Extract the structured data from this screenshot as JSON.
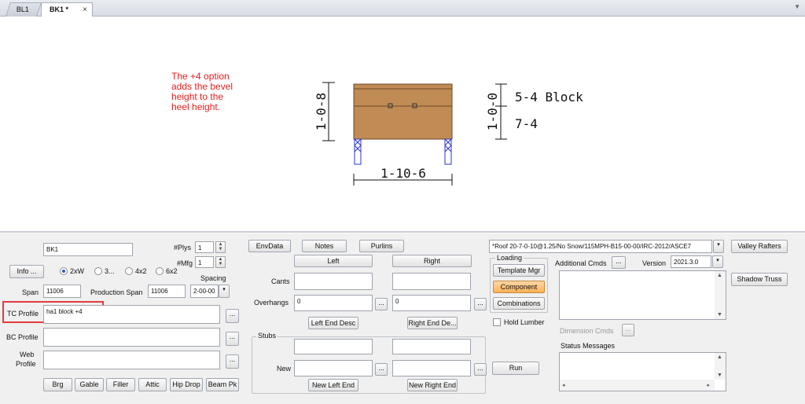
{
  "tabs": [
    {
      "label": "BL1"
    },
    {
      "label": "BK1 *",
      "close": "×"
    }
  ],
  "drawing": {
    "note_lines": [
      "The +4 option",
      "adds the bevel",
      "height to the",
      "heel height."
    ],
    "dim_left": "1-0-8",
    "dim_bottom": "1-10-6",
    "dim_right": "1-0-0",
    "label_top": "5-4 Block",
    "label_bottom": "7-4",
    "colors": {
      "block": "#c08b54",
      "support": "#2b33cc",
      "note": "#e02020"
    }
  },
  "form": {
    "name_value": "BK1",
    "plys_label": "#Plys",
    "plys_value": "1",
    "mfg_label": "#Mfg",
    "mfg_value": "1",
    "info_button": "Info ...",
    "options": [
      {
        "label": "2xW",
        "selected": true
      },
      {
        "label": "3...",
        "selected": false
      },
      {
        "label": "4x2",
        "selected": false
      },
      {
        "label": "6x2",
        "selected": false
      }
    ],
    "spacing_label": "Spacing",
    "span_label": "Span",
    "span_value": "11006",
    "production_span_label": "Production Span",
    "production_span_value": "11006",
    "spacing_value": "2-00-00",
    "tc_profile_label": "TC Profile",
    "tc_profile_value": "ha1 block +4",
    "bc_profile_label": "BC Profile",
    "bc_profile_value": "",
    "web_profile_label_1": "Web",
    "web_profile_label_2": "Profile",
    "web_profile_value": "",
    "ellipsis": "...",
    "bottom_buttons": [
      "Brg",
      "Gable",
      "Filler",
      "Attic",
      "Hip Drop",
      "Beam Pk"
    ]
  },
  "middle": {
    "envdata": "EnvData",
    "notes": "Notes",
    "purlins": "Purlins",
    "left_header": "Left",
    "right_header": "Right",
    "cants_label": "Cants",
    "overhangs_label": "Overhangs",
    "overhang_left": "0",
    "overhang_right": "0",
    "left_end_desc": "Left End Desc",
    "right_end_desc": "Right End De...",
    "stubs_label": "Stubs",
    "new_label": "New",
    "new_left_end": "New Left End",
    "new_right_end": "New Right End"
  },
  "loading": {
    "dropdown_value": "*Roof 20-7-0-10@1.25/No Snow/115MPH-B15-00-00/IRC-2012/ASCE7",
    "group_title": "Loading",
    "template_mgr": "Template Mgr",
    "component": "Component",
    "combinations": "Combinations",
    "hold_lumber": "Hold Lumber",
    "run": "Run"
  },
  "right": {
    "valley_rafters": "Valley Rafters",
    "shadow_truss": "Shadow Truss",
    "additional_cmds": "Additional Cmds",
    "version_label": "Version",
    "version_value": "2021.3.0",
    "dimension_cmds": "Dimension Cmds",
    "status_messages": "Status Messages"
  }
}
